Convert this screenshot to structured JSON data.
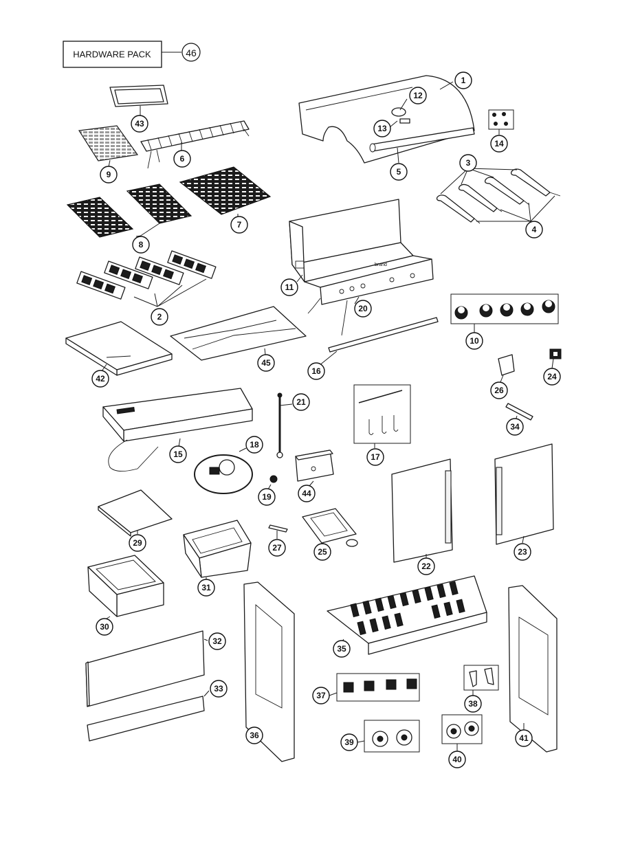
{
  "hardware_pack": {
    "label": "HARDWARE PACK",
    "number": "46"
  },
  "callouts": {
    "c1": "1",
    "c2": "2",
    "c3": "3",
    "c4": "4",
    "c5": "5",
    "c6": "6",
    "c7": "7",
    "c8": "8",
    "c9": "9",
    "c10": "10",
    "c11": "11",
    "c12": "12",
    "c13": "13",
    "c14": "14",
    "c15": "15",
    "c16": "16",
    "c17": "17",
    "c18": "18",
    "c19": "19",
    "c20": "20",
    "c21": "21",
    "c22": "22",
    "c23": "23",
    "c24": "24",
    "c25": "25",
    "c26": "26",
    "c27": "27",
    "c29": "29",
    "c30": "30",
    "c31": "31",
    "c32": "32",
    "c33": "33",
    "c34": "34",
    "c35": "35",
    "c36": "36",
    "c37": "37",
    "c38": "38",
    "c39": "39",
    "c40": "40",
    "c41": "41",
    "c42": "42",
    "c43": "43",
    "c44": "44",
    "c45": "45"
  }
}
